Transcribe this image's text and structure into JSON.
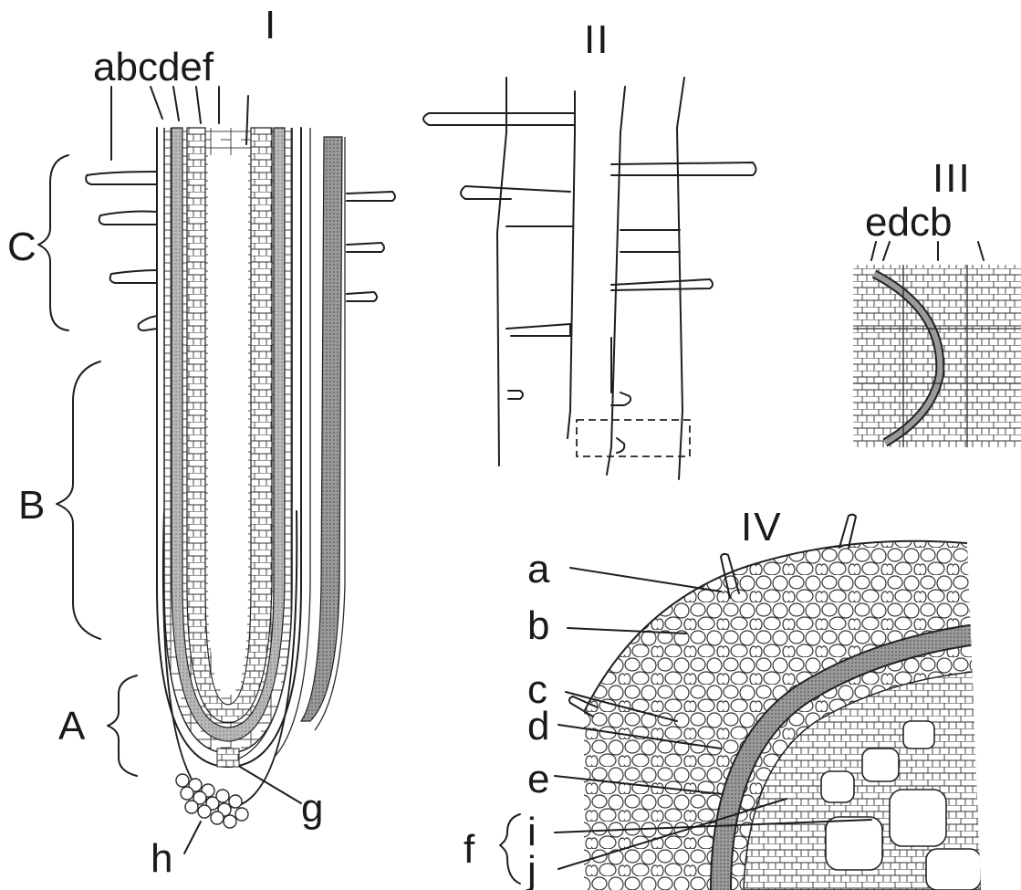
{
  "panels": {
    "I": {
      "numeral": "I",
      "top_labels": "abcdef",
      "zones": [
        "C",
        "B",
        "A"
      ],
      "tip_labels": [
        "g",
        "h"
      ]
    },
    "II": {
      "numeral": "II"
    },
    "III": {
      "numeral": "III",
      "top_labels": "edcb"
    },
    "IV": {
      "numeral": "IV",
      "labels": [
        "a",
        "b",
        "c",
        "d",
        "e",
        "i",
        "j"
      ],
      "group_label": "f"
    }
  }
}
